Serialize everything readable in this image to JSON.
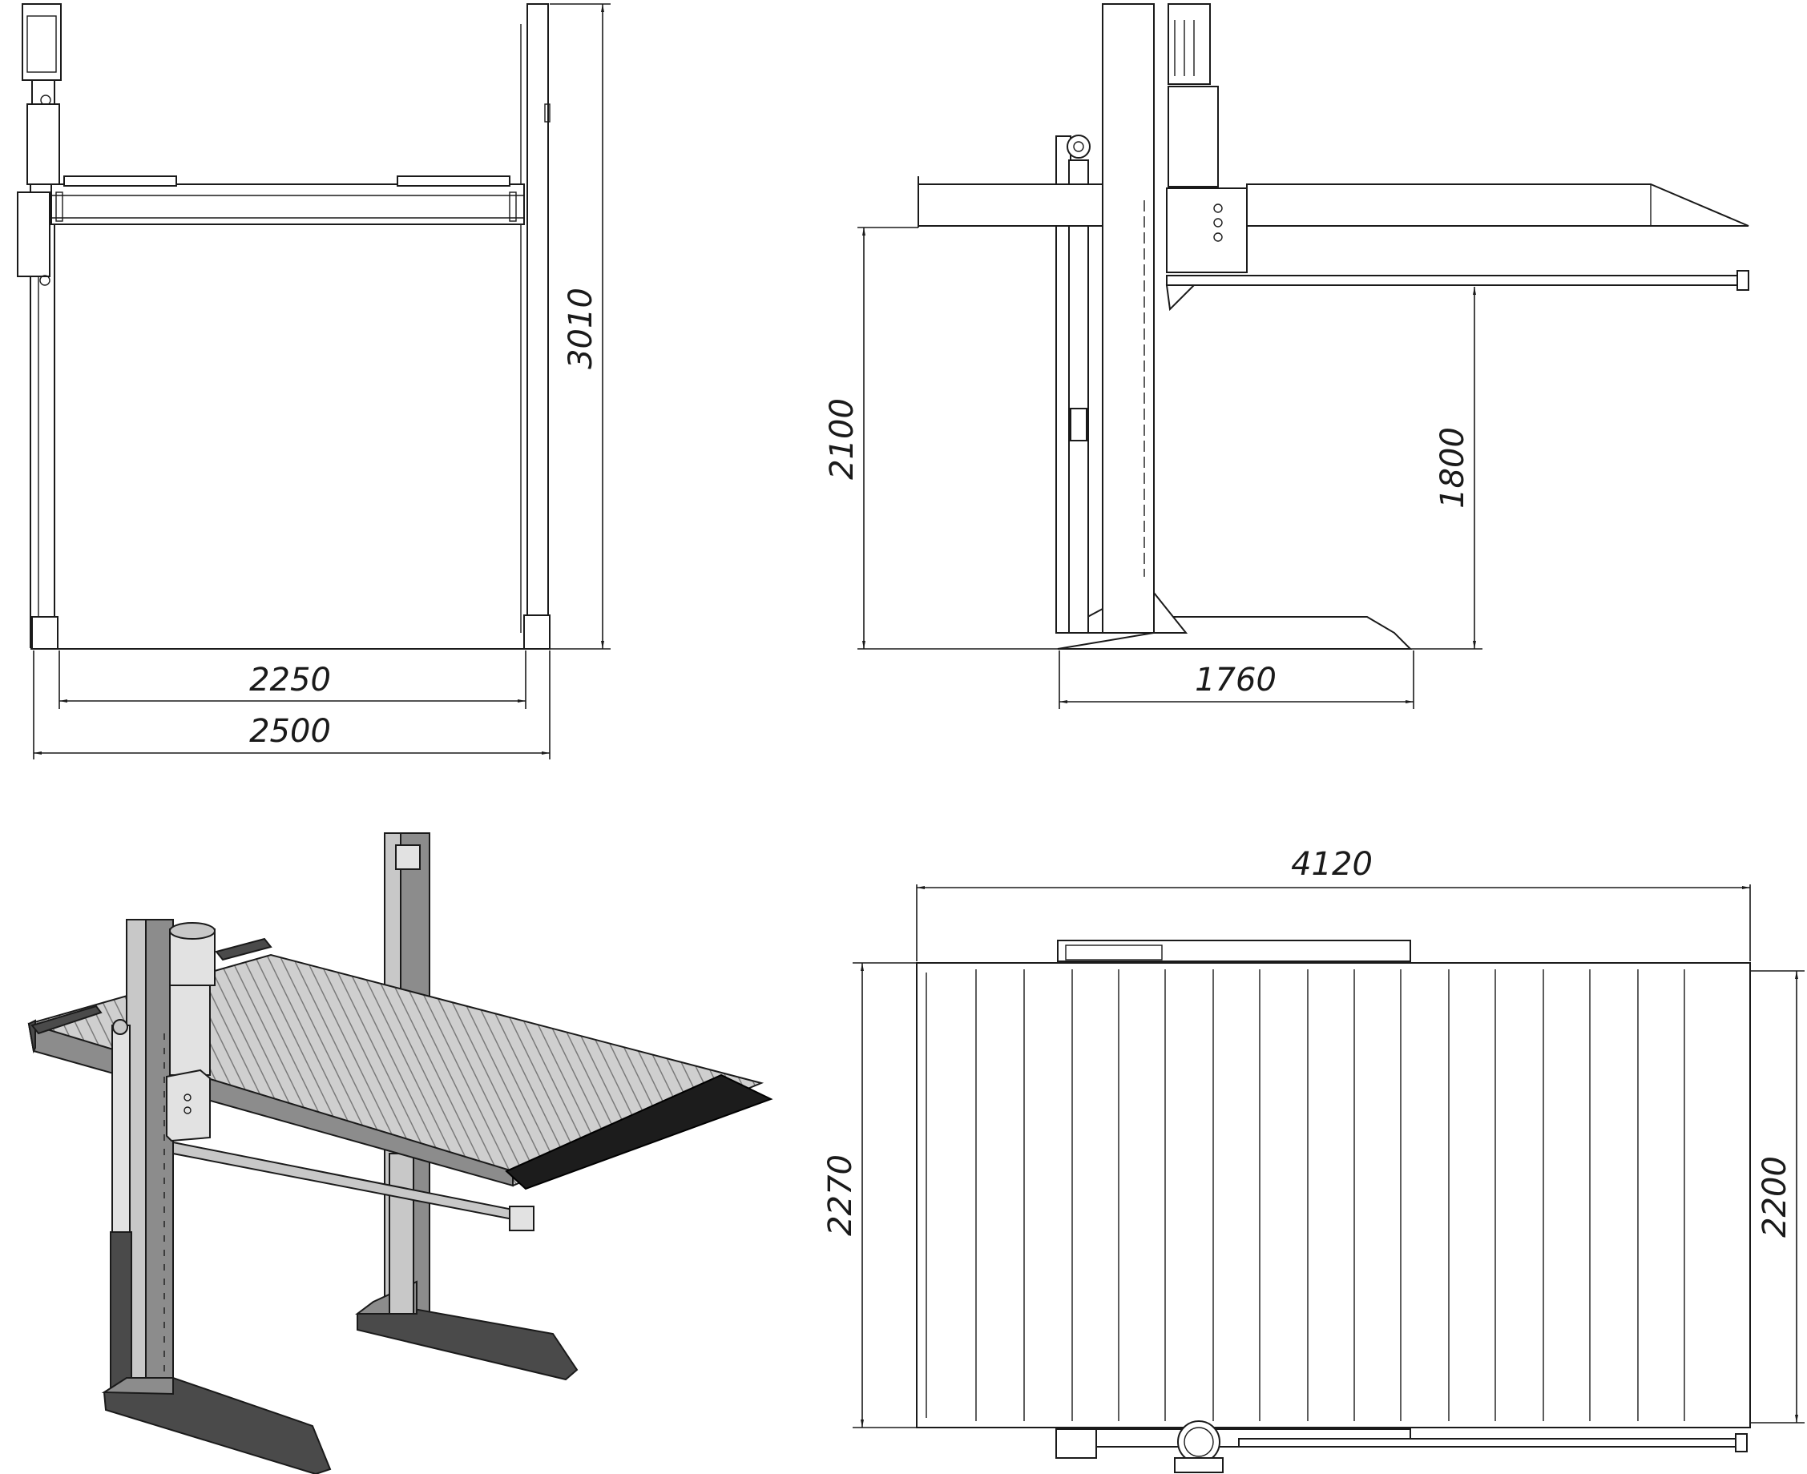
{
  "dimensions": {
    "front_inner_width": "2250",
    "front_overall_width": "2500",
    "front_height": "3010",
    "side_total_height": "2100",
    "side_clearance": "1800",
    "side_base_length": "1760",
    "top_length": "4120",
    "top_overall_width": "2270",
    "top_platform_width": "2200"
  },
  "colors": {
    "line": "#1a1a1a",
    "steel_dark": "#4a4a4a",
    "steel_mid": "#8c8c8c",
    "steel_light": "#c8c8c8",
    "ramp": "#1c1c1c"
  }
}
